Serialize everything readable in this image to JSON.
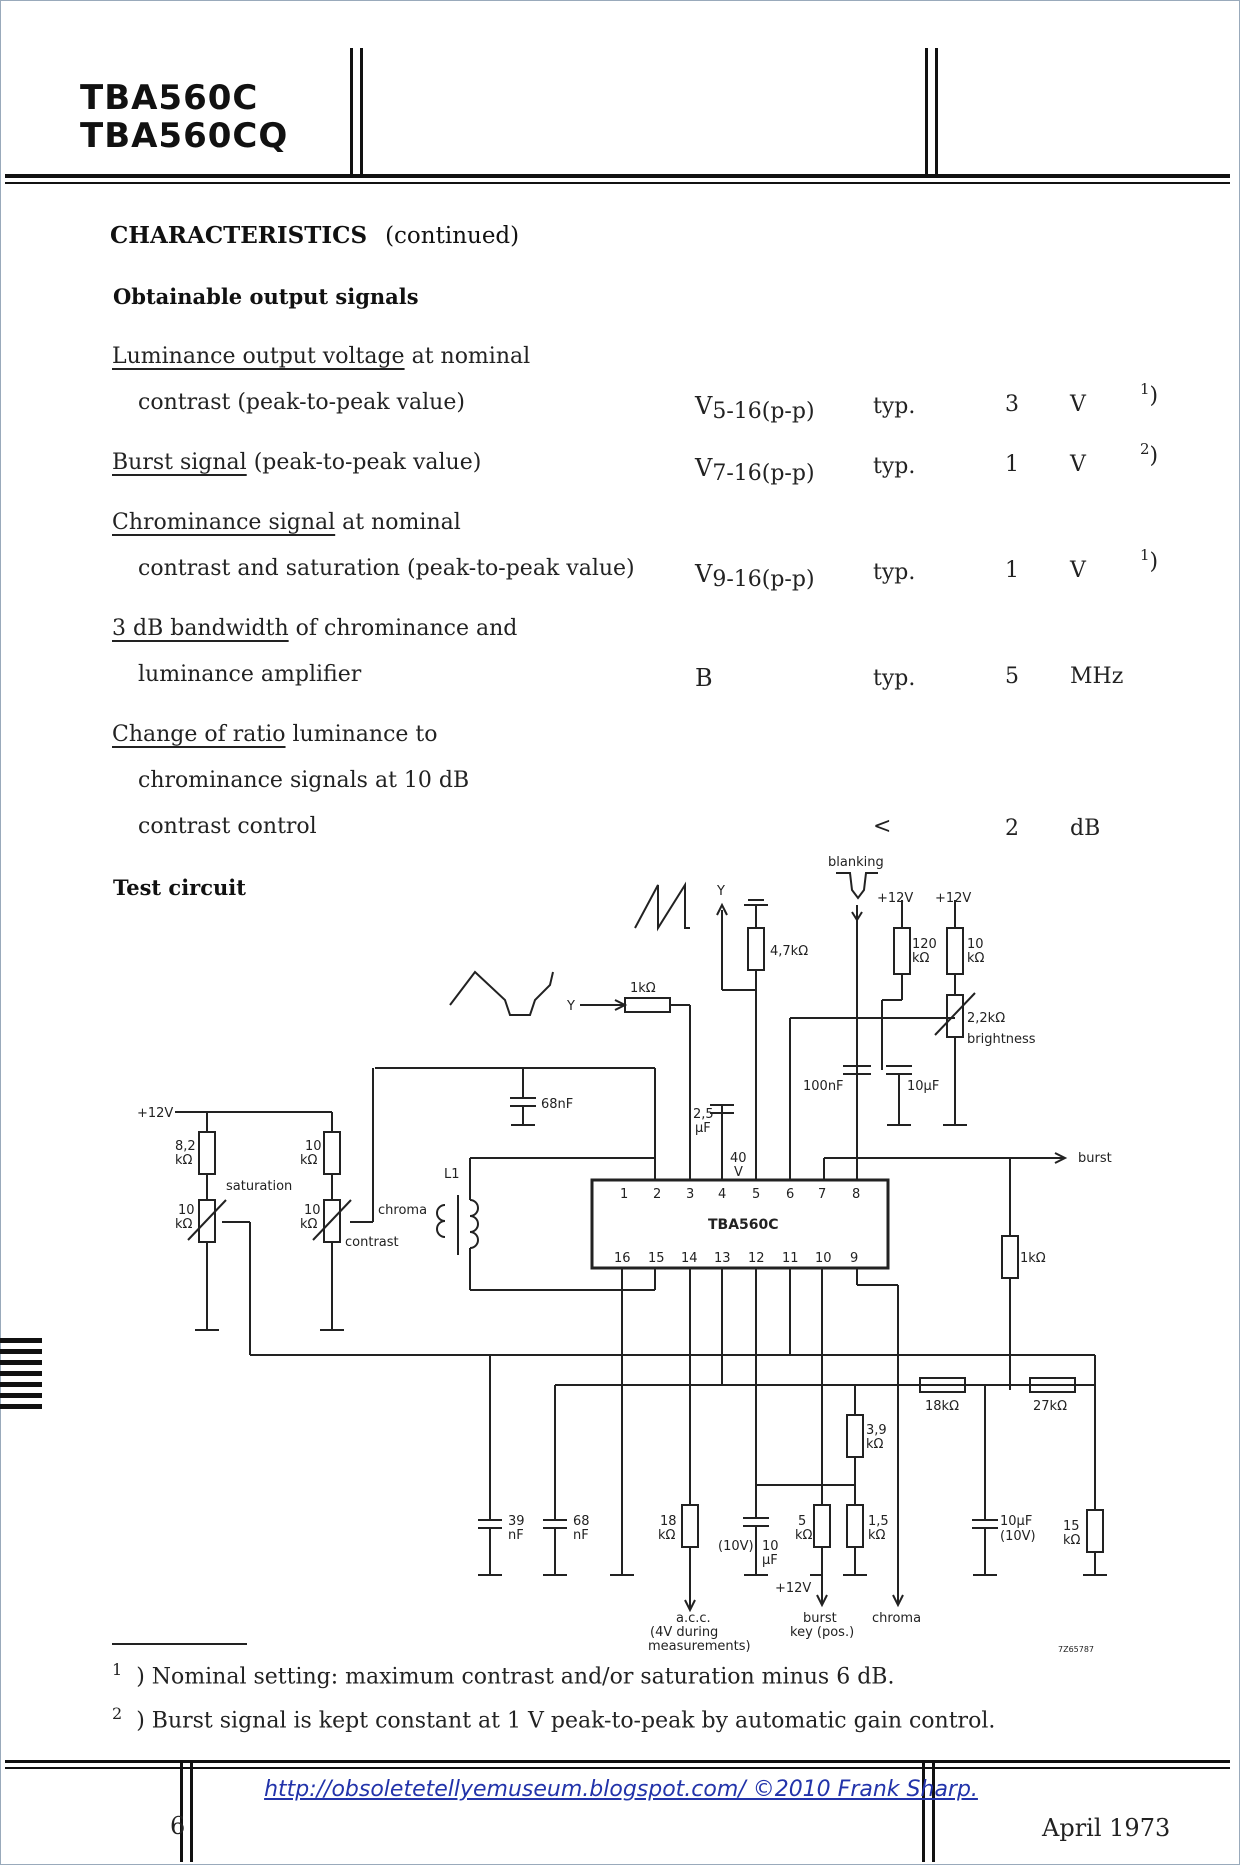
{
  "header": {
    "title_line1": "TBA560C",
    "title_line2": "TBA560CQ"
  },
  "section": {
    "title": "CHARACTERISTICS",
    "continued": "(continued)",
    "subtitle": "Obtainable output signals"
  },
  "rows": [
    {
      "line1_ul": "Luminance output voltage",
      "line1_rest": " at nominal",
      "line2": "contrast (peak-to-peak value)",
      "sym_main": "V",
      "sym_sub": "5-16(p-p)",
      "typ": "typ.",
      "value": "3",
      "unit": "V",
      "note": "1",
      "note_close": ")"
    },
    {
      "line1_ul": "Burst signal",
      "line1_rest": " (peak-to-peak value)",
      "sym_main": "V",
      "sym_sub": "7-16(p-p)",
      "typ": "typ.",
      "value": "1",
      "unit": "V",
      "note": "2",
      "note_close": ")"
    },
    {
      "line1_ul": "Chrominance signal",
      "line1_rest": " at nominal",
      "line2": "contrast and saturation (peak-to-peak value)",
      "sym_main": "V",
      "sym_sub": "9-16(p-p)",
      "typ": "typ.",
      "value": "1",
      "unit": "V",
      "note": "1",
      "note_close": ")"
    },
    {
      "line1_ul": "3 dB bandwidth",
      "line1_rest": " of chrominance and",
      "line2": "luminance amplifier",
      "sym_main": "B",
      "typ": "typ.",
      "value": "5",
      "unit": "MHz"
    },
    {
      "line1_ul": "Change of ratio",
      "line1_rest": " luminance to",
      "line2": "chrominance signals at 10 dB",
      "line3": "contrast control",
      "typ": "<",
      "value": "2",
      "unit": "dB"
    }
  ],
  "test_circuit": {
    "title": "Test circuit",
    "ic_label": "TBA560C",
    "pins_top": [
      "1",
      "2",
      "3",
      "4",
      "5",
      "6",
      "7",
      "8"
    ],
    "pins_bottom": [
      "16",
      "15",
      "14",
      "13",
      "12",
      "11",
      "10",
      "9"
    ],
    "labels": {
      "blanking": "blanking",
      "y_top": "Y",
      "y_in": "Y",
      "r_4k7": "4,7kΩ",
      "r_1k_in": "1kΩ",
      "p12_a": "+12V",
      "p12_b": "+12V",
      "r_120k_a": "120",
      "r_120k_b": "kΩ",
      "r_10k_a": "10",
      "r_10k_b": "kΩ",
      "pot_2k2": "2,2kΩ",
      "brightness": "brightness",
      "c_100n": "100nF",
      "c_10u": "10µF",
      "c_68n": "68nF",
      "c_2u5_a": "2,5",
      "c_2u5_b": "µF",
      "c_40v_a": "40",
      "c_40v_b": "V",
      "p12_left": "+12V",
      "r_8k2_a": "8,2",
      "r_8k2_b": "kΩ",
      "r_10k_l_a": "10",
      "r_10k_l_b": "kΩ",
      "saturation": "saturation",
      "pot_sat_a": "10",
      "pot_sat_b": "kΩ",
      "pot_con_a": "10",
      "pot_con_b": "kΩ",
      "contrast": "contrast",
      "l1": "L1",
      "chroma_in": "chroma",
      "burst_out": "burst",
      "r_1k_right": "1kΩ",
      "r_18k": "18kΩ",
      "r_27k": "27kΩ",
      "r_3k9_a": "3,9",
      "r_3k9_b": "kΩ",
      "c_39n_a": "39",
      "c_39n_b": "nF",
      "c_68n2_a": "68",
      "c_68n2_b": "nF",
      "r_18kb_a": "18",
      "r_18kb_b": "kΩ",
      "c_10u_b_a": "10",
      "c_10u_b_b": "µF",
      "c_10v": "(10V)",
      "r_5k_a": "5",
      "r_5k_b": "kΩ",
      "r_1k5_a": "1,5",
      "r_1k5_b": "kΩ",
      "p12_bottom": "+12V",
      "c_10uf_r_a": "10µF",
      "c_10uf_r_b": "(10V)",
      "r_15k_a": "15",
      "r_15k_b": "kΩ",
      "acc_1": "a.c.c.",
      "acc_2": "(4V during",
      "acc_3": "measurements)",
      "burst_key_1": "burst",
      "burst_key_2": "key (pos.)",
      "chroma_out": "chroma",
      "drawing_no": "7Z65787"
    }
  },
  "footnotes": [
    {
      "mark": "1",
      "close": ")",
      "text": "Nominal setting: maximum contrast and/or saturation minus 6 dB."
    },
    {
      "mark": "2",
      "close": ")",
      "text": "Burst signal is kept constant at 1 V peak-to-peak by automatic gain control."
    }
  ],
  "footer": {
    "link": "http://obsoletetellyemuseum.blogspot.com/  ©2010 Frank Sharp.",
    "page": "6",
    "date": "April 1973"
  }
}
